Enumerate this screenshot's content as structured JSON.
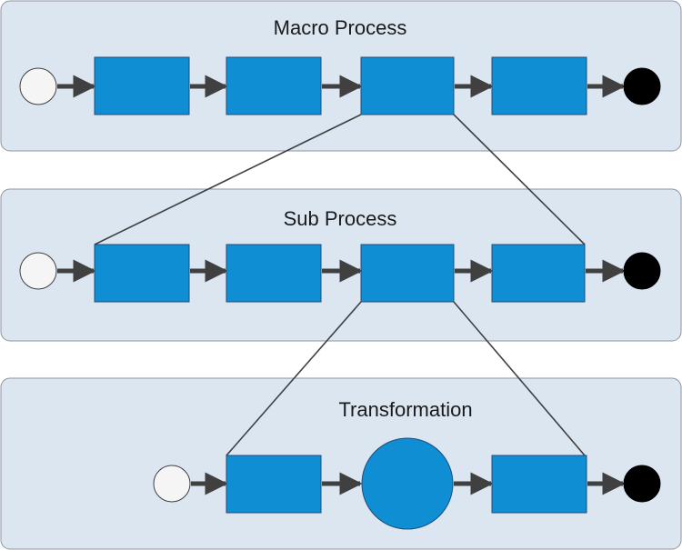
{
  "lanes": [
    {
      "title": "Macro Process"
    },
    {
      "title": "Sub Process"
    },
    {
      "title": "Transformation"
    }
  ],
  "colors": {
    "lane_fill": "#DCE6F1",
    "lane_stroke": "#8C95A0",
    "task_fill": "#0F8ED3",
    "task_stroke": "#1F4E79",
    "start_fill": "#F5F5F5",
    "end_fill": "#000000",
    "arrow": "#404040",
    "connector": "#404040"
  },
  "icons": {
    "start_event": "start-event-circle",
    "end_event": "end-event-circle",
    "task": "task-box",
    "gateway": "circle-node"
  }
}
